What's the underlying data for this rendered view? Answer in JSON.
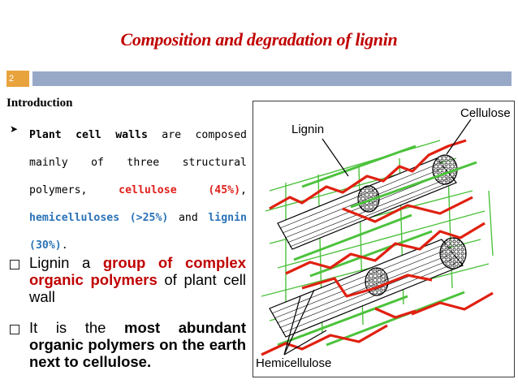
{
  "title": "Composition and degradation of lignin",
  "slide_number": "2",
  "intro_heading": "Introduction",
  "paragraph": {
    "p1": "Plant cell walls",
    "p2": " are composed mainly of three structural polymers, ",
    "cellulose": "cellulose (45%)",
    "p3": ", ",
    "hemicelluloses": "hemicelluloses (>25%)",
    "p4": " and ",
    "lignin": "lignin (30%)",
    "p5": "."
  },
  "bullet1": {
    "a": "Lignin a ",
    "b": "group of complex organic polymers",
    "c": " of plant cell wall"
  },
  "bullet2": {
    "a": "It is the ",
    "b": "most abundant organic polymers on the earth next to cellulose."
  },
  "figure": {
    "label_cellulose": "Cellulose",
    "label_lignin": "Lignin",
    "label_hemicellulose": "Hemicellulose"
  },
  "colors": {
    "title": "#c00000",
    "accent_red": "#e0201b",
    "accent_blue": "#2a73b8",
    "header_bar": "#97a9c7",
    "slide_number_bg": "#e8a33d",
    "lignin_red": "#e02010",
    "hemicellulose_green": "#4cc23c"
  }
}
